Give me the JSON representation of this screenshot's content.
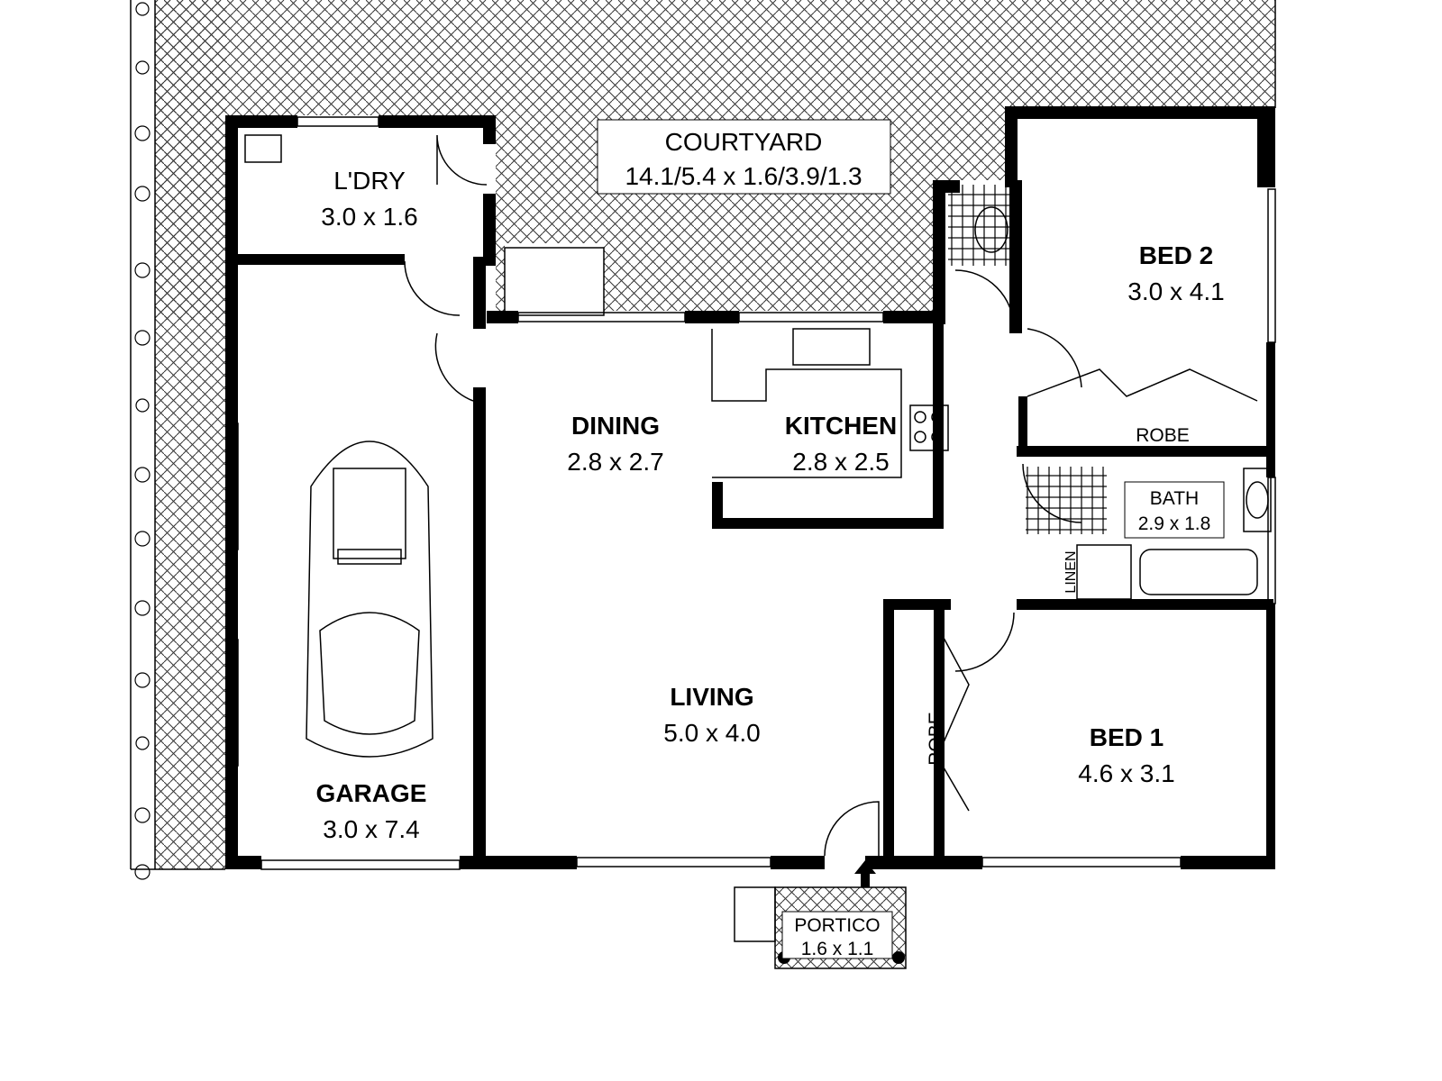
{
  "rooms": {
    "courtyard": {
      "name": "COURTYARD",
      "dims": "14.1/5.4 x 1.6/3.9/1.3"
    },
    "laundry": {
      "name": "L'DRY",
      "dims": "3.0 x 1.6"
    },
    "garage": {
      "name": "GARAGE",
      "dims": "3.0 x 7.4"
    },
    "dining": {
      "name": "DINING",
      "dims": "2.8 x 2.7"
    },
    "kitchen": {
      "name": "KITCHEN",
      "dims": "2.8 x 2.5"
    },
    "living": {
      "name": "LIVING",
      "dims": "5.0 x 4.0"
    },
    "bed2": {
      "name": "BED 2",
      "dims": "3.0 x 4.1"
    },
    "bed1": {
      "name": "BED 1",
      "dims": "4.6 x 3.1"
    },
    "bath": {
      "name": "BATH",
      "dims": "2.9 x 1.8"
    },
    "portico": {
      "name": "PORTICO",
      "dims": "1.6 x 1.1"
    },
    "robe_bed2": {
      "name": "ROBE"
    },
    "robe_bed1": {
      "name": "ROBE"
    },
    "linen": {
      "name": "LINEN"
    }
  }
}
